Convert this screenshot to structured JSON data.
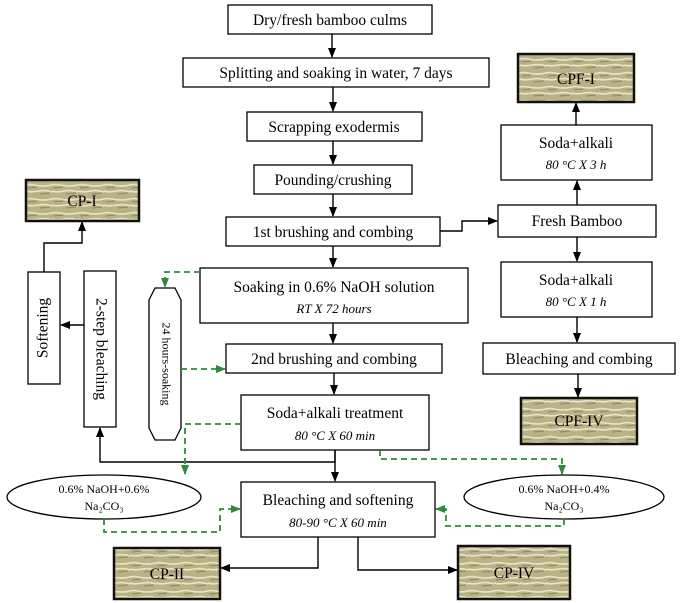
{
  "colors": {
    "dashed_arrow": "#2e8b3a",
    "photo_label_bg": "#b9b287",
    "photo_border": "#111111"
  },
  "steps": {
    "dry_fresh": "Dry/fresh bamboo culms",
    "splitting": "Splitting and soaking in water, 7 days",
    "scrapping": "Scrapping exodermis",
    "pounding": "Pounding/crushing",
    "brushing_1": "1st brushing and combing",
    "naoh_soak": "Soaking in 0.6% NaOH solution",
    "naoh_soak_cond": "RT X 72 hours",
    "brushing_2": "2nd brushing and combing",
    "soda_treatment": "Soda+alkali treatment",
    "soda_treatment_cond": "80 °C X 60 min",
    "bleach_soften": "Bleaching and softening",
    "bleach_soften_cond": "80-90 °C X 60 min",
    "soaking_24h": "24 hours-soaking",
    "two_step_bleaching": "2-step bleaching",
    "softening": "Softening",
    "fresh_bamboo": "Fresh Bamboo",
    "soda_3h": "Soda+alkali",
    "soda_3h_cond": "80 °C X 3 h",
    "soda_1h": "Soda+alkali",
    "soda_1h_cond": "80 °C X 1 h",
    "bleach_comb": "Bleaching and combing"
  },
  "solutions": {
    "left_line1": "0.6% NaOH+0.6%",
    "left_line2": "Na₂CO₃",
    "right_line1": "0.6% NaOH+0.4%",
    "right_line2": "Na₂CO₃"
  },
  "products": {
    "cp1": "CP-I",
    "cp2": "CP-II",
    "cp4": "CP-IV",
    "cpf1": "CPF-I",
    "cpf4": "CPF-IV"
  }
}
